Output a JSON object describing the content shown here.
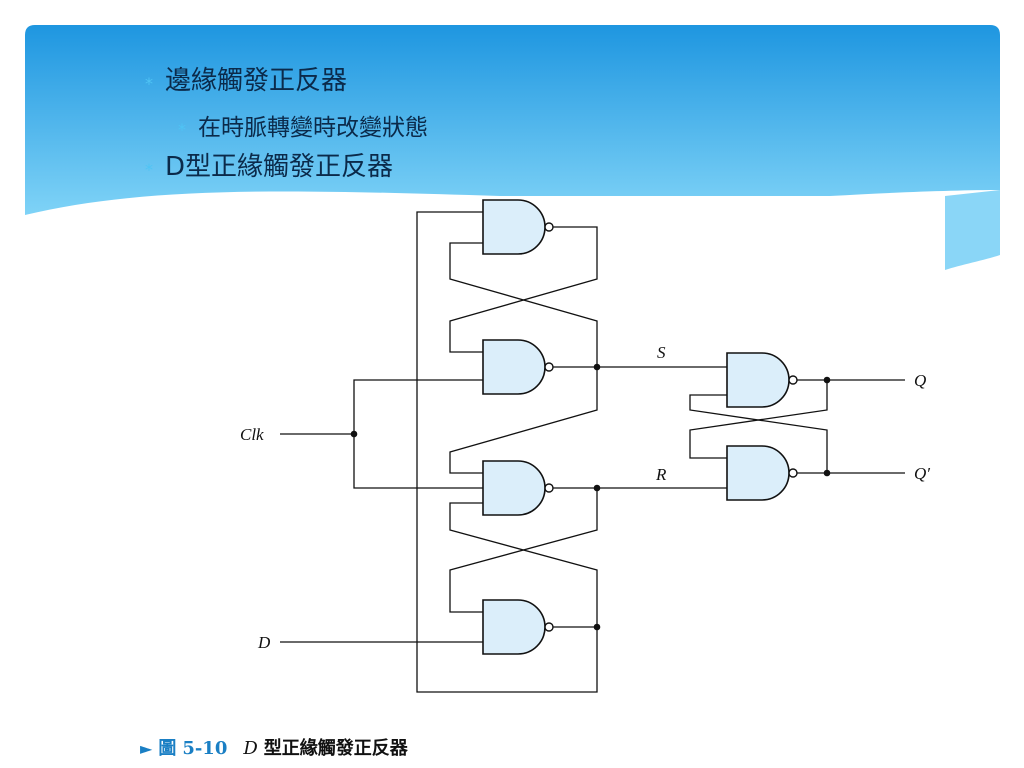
{
  "slide": {
    "colors": {
      "banner_top": "#1e96e0",
      "banner_bottom": "#7fd3f7",
      "bullet_mark": "#4fc4f4",
      "gate_fill": "#dbeefa",
      "caption_accent": "#1a7fc4"
    },
    "bullets": [
      {
        "marker": "*",
        "text": "邊緣觸發正反器"
      },
      {
        "marker": "*",
        "text": "在時脈轉變時改變狀態"
      },
      {
        "marker": "*",
        "text": "D型正緣觸發正反器"
      }
    ]
  },
  "diagram": {
    "labels": {
      "clk": "Clk",
      "d": "D",
      "s": "S",
      "r": "R",
      "q": "Q",
      "q_bar": "Q′"
    },
    "gates": [
      "nand-1",
      "nand-2",
      "nand-3",
      "nand-4",
      "nand-5",
      "nand-6"
    ]
  },
  "caption": {
    "marker": "►",
    "figure_word": "圖",
    "figure_number": "5-10",
    "italic_symbol": "D",
    "text": "型正緣觸發正反器"
  }
}
